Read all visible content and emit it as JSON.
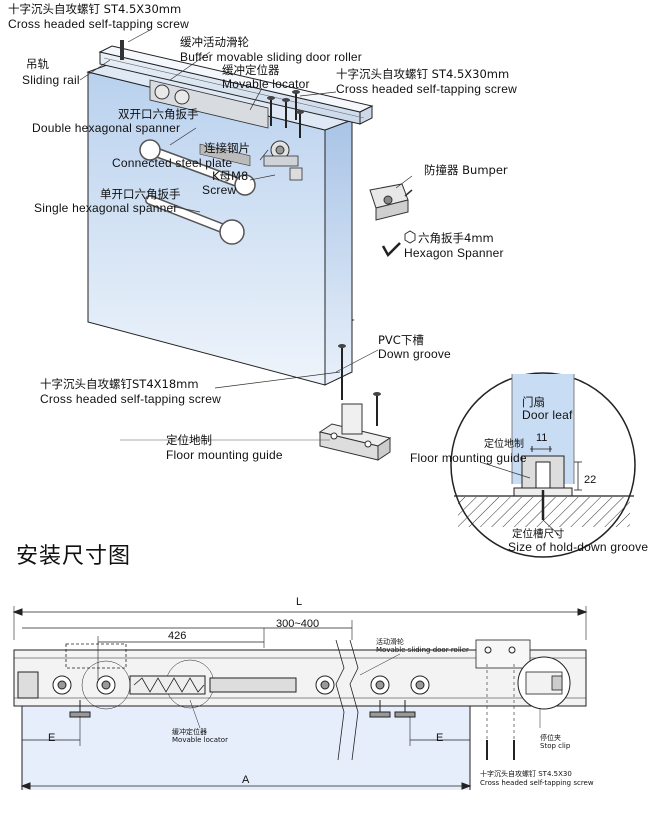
{
  "top": {
    "screw_top_zh": "十字沉头自攻螺钉  ST4.5X30mm",
    "screw_top_en": "Cross headed self-tapping screw",
    "rail_zh": "吊轨",
    "rail_en": "Sliding rail",
    "buffer_zh": "缓冲活动滑轮",
    "buffer_en": "Buffer movable sliding door roller",
    "locator_zh": "缓冲定位器",
    "locator_en": "Movable locator",
    "screw_right_zh": "十字沉头自攻螺钉  ST4.5X30mm",
    "screw_right_en": "Cross headed self-tapping screw",
    "dbl_spanner_zh": "双开口六角扳手",
    "dbl_spanner_en": "Double hexagonal spanner",
    "plate_zh": "连接钢片",
    "plate_en": "Connected steel plate",
    "nut_zh": "K母M8",
    "nut_en": "Screw",
    "bumper_label": "防撞器 Bumper",
    "sgl_spanner_zh": "单开口六角扳手",
    "sgl_spanner_en": "Single hexagonal spanner",
    "hex_zh": "六角扳手4mm",
    "hex_en": "Hexagon Spanner",
    "groove_zh": "PVC下槽",
    "groove_en": "Down groove",
    "screw_bottom_zh": "十字沉头自攻螺钉ST4X18mm",
    "screw_bottom_en": "Cross headed self-tapping screw",
    "guide_zh": "定位地制",
    "guide_en": "Floor mounting guide"
  },
  "detail": {
    "door_zh": "门扇",
    "door_en": "Door leaf",
    "guide_zh": "定位地制",
    "guide_en": "Floor mounting guide",
    "dim_gap": "11",
    "dim_height": "22",
    "groove_zh": "定位槽尺寸",
    "groove_en": "Size of hold-down groove"
  },
  "section_title": "安装尺寸图",
  "bottom": {
    "dim_L": "L",
    "dim_426": "426",
    "dim_300_400": "300~400",
    "dim_E_left": "E",
    "dim_E_right": "E",
    "dim_A": "A",
    "roller_zh": "活动滑轮",
    "roller_en": "Movable sliding door roller",
    "locator_zh": "缓冲定位器",
    "locator_en": "Movable locator",
    "clip_zh": "停位夹",
    "clip_en": "Stop clip",
    "screw_zh": "十字沉头自攻螺钉  ST4.5X30",
    "screw_en": "Cross headed self-tapping screw"
  }
}
